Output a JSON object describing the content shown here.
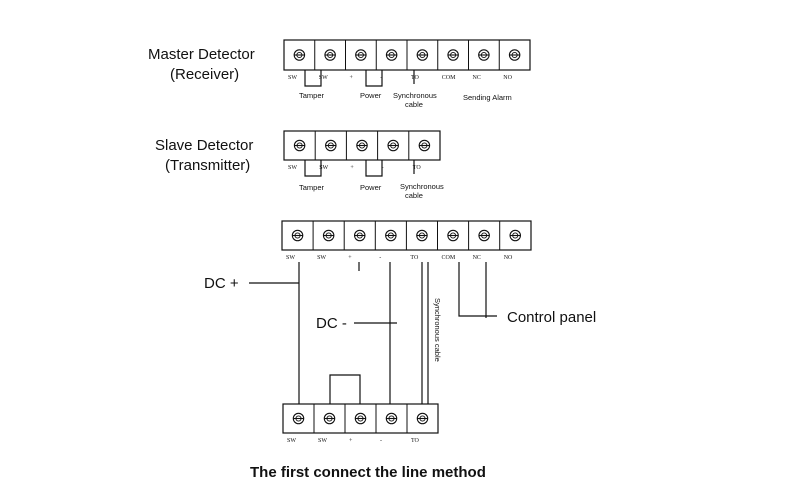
{
  "master": {
    "title_line1": "Master    Detector",
    "title_line2": "(Receiver)",
    "terminals": [
      "SW",
      "SW",
      "+",
      "-",
      "TO",
      "COM",
      "NC",
      "NO"
    ],
    "labels": {
      "tamper": "Tamper",
      "power": "Power",
      "sync1": "Synchronous",
      "sync2": "cable",
      "sending_alarm": "Sending  Alarm"
    }
  },
  "slave": {
    "title_line1": "Slave  Detector",
    "title_line2": "(Transmitter)",
    "terminals": [
      "SW",
      "SW",
      "+",
      "-",
      "TO"
    ],
    "labels": {
      "tamper": "Tamper",
      "power": "Power",
      "sync1": "Synchronous",
      "sync2": "cable"
    }
  },
  "wiring": {
    "top_terminals": [
      "SW",
      "SW",
      "+",
      "-",
      "TO",
      "COM",
      "NC",
      "NO"
    ],
    "bottom_terminals": [
      "SW",
      "SW",
      "+",
      "-",
      "TO"
    ],
    "dc_plus": "DC  +",
    "dc_minus": "DC  -",
    "control_panel": "Control   panel",
    "sync_cable": "Synchronous  cable"
  },
  "caption": "The first connect the line method"
}
